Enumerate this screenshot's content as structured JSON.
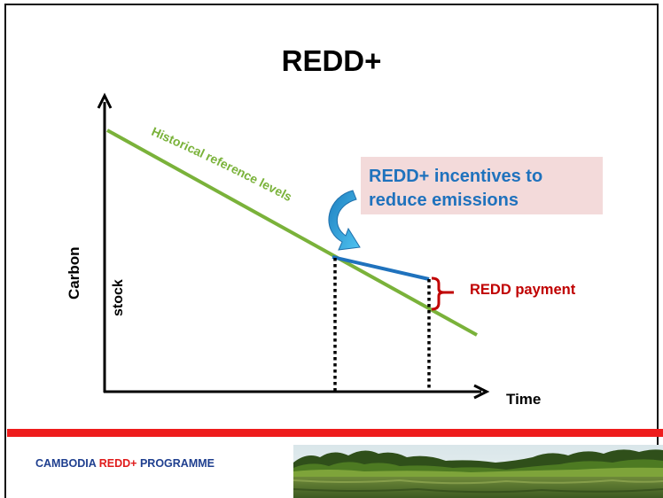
{
  "slide": {
    "title": "REDD+"
  },
  "diagram": {
    "y_axis_label_line1": "Carbon",
    "y_axis_label_line2": "stock",
    "x_axis_label": "Time",
    "reference_line_label": "Historical reference levels",
    "incentive_box": {
      "line1": "REDD+ incentives to",
      "line2": "reduce emissions"
    },
    "payment_label": "REDD payment",
    "colors": {
      "reference_line": "#7ab23a",
      "reduced_emissions_line": "#1f72bd",
      "payment_brace": "#c00000",
      "incentive_box_fill": "#f3dada",
      "incentive_text": "#1f72bd",
      "curved_arrow": "#29a9e1"
    }
  },
  "footer": {
    "program_name_part1": "CAMBODIA",
    "program_name_accent": "REDD+",
    "program_name_part2": "PROGRAMME",
    "accent_color": "#e01b1b",
    "bar_color": "#ee1c1c"
  }
}
